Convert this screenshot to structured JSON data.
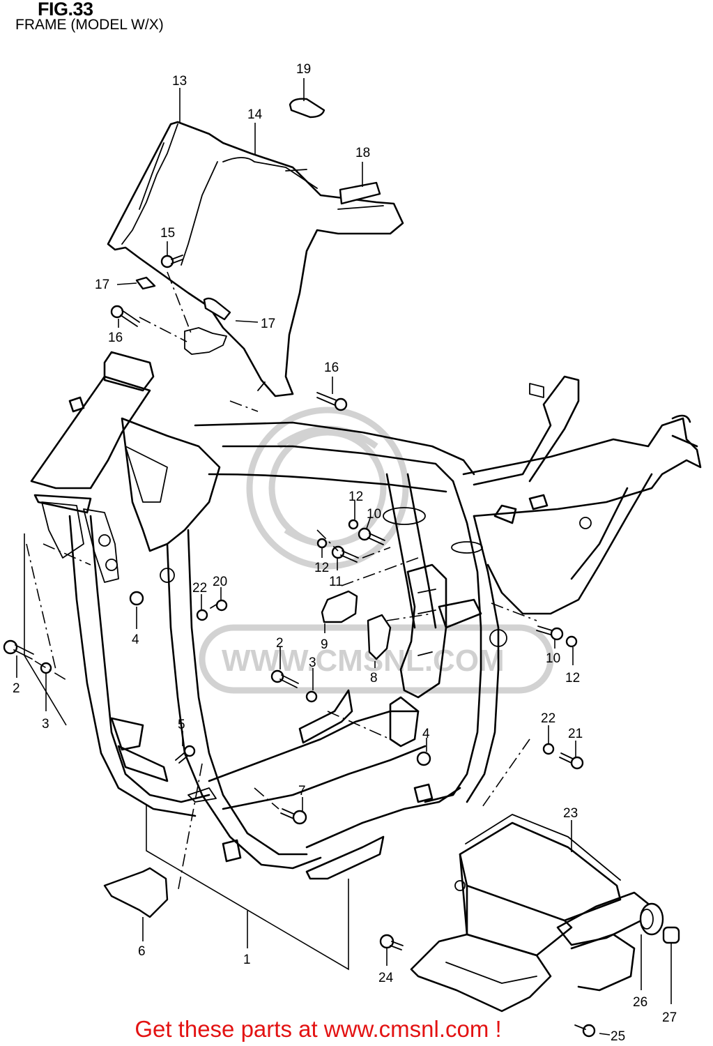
{
  "figure": {
    "title": "FIG.33",
    "subtitle": "FRAME (MODEL W/X)"
  },
  "watermark": {
    "text": "WWW.CMSNL.COM",
    "color": "#d0d0d0"
  },
  "callouts": [
    "1",
    "2",
    "2",
    "3",
    "3",
    "4",
    "4",
    "5",
    "6",
    "7",
    "8",
    "9",
    "10",
    "10",
    "11",
    "12",
    "12",
    "13",
    "14",
    "15",
    "16",
    "16",
    "17",
    "17",
    "18",
    "19",
    "20",
    "21",
    "22",
    "22",
    "23",
    "24",
    "25",
    "26",
    "27"
  ],
  "footer": {
    "text": "Get these parts at www.cmsnl.com !",
    "color": "#e31212"
  }
}
